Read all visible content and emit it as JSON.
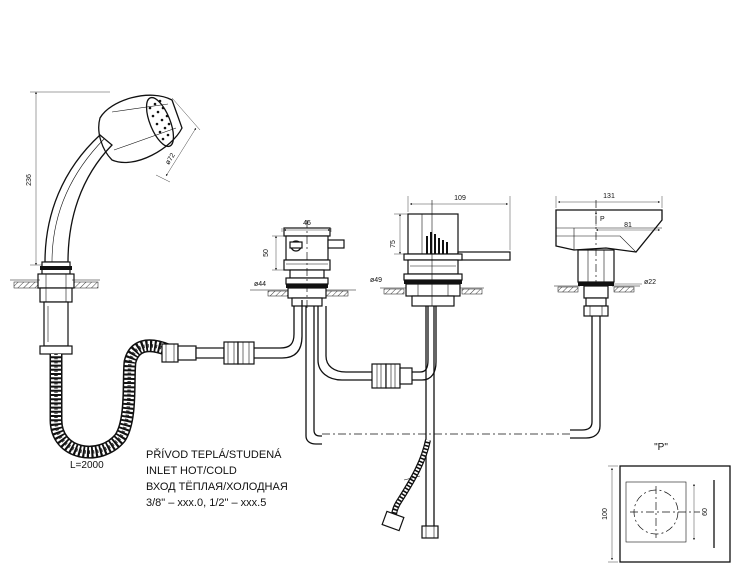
{
  "dimensions": {
    "hand_shower_height": "236",
    "shower_head_diameter": "ø72",
    "valve_width": "46",
    "valve_height": "50",
    "valve_base_diameter": "ø44",
    "spout_valve_width": "109",
    "spout_valve_height": "75",
    "spout_base_diameter": "ø49",
    "spout_width": "131",
    "spout_reach": "81",
    "spout_base": "ø22",
    "spout_view_marker": "P",
    "detail_height": "100",
    "detail_inner": "60"
  },
  "hose_label": "L=2000",
  "detail_title": "\"P\"",
  "notes": {
    "line1": "PŘÍVOD TEPLÁ/STUDENÁ",
    "line2": "INLET HOT/COLD",
    "line3": "ВХОД ТЁПЛАЯ/ХОЛОДНАЯ",
    "line4": "3/8\" – xxx.0, 1/2\" – xxx.5"
  }
}
